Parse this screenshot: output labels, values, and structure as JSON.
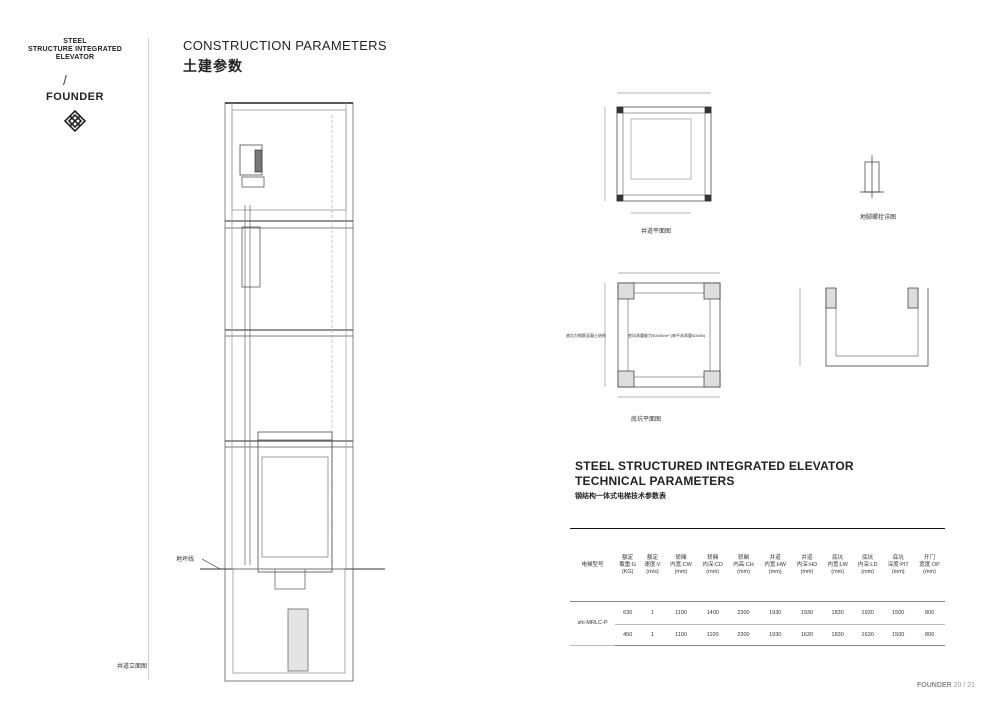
{
  "brand": {
    "product_name": "STEEL\nSTRUCTURE INTEGRATED\nELEVATOR",
    "company": "FOUNDER"
  },
  "header": {
    "title_en": "CONSTRUCTION PARAMETERS",
    "title_cn": "土建参数"
  },
  "drawings": {
    "elevation_caption": "井道立面图",
    "ground_line_label": "地坪线",
    "shaft_plan_caption": "井道平面图",
    "anchor_detail_caption": "地脚螺栓详图",
    "pit_plan_caption": "底坑平面图",
    "pit_plan_note": "底坑承重能力5000N/m² (每平米承重5000N)",
    "pit_plan_side_note": "底坑为钢筋混凝土结构"
  },
  "tech_params": {
    "title_en_1": "STEEL STRUCTURED INTEGRATED ELEVATOR",
    "title_en_2": "TECHNICAL PARAMETERS",
    "title_cn": "钢结构一体式电梯技术参数表",
    "columns": [
      "电梯型号",
      "额定\n载重:G\n(KG)",
      "额定\n速度:V\n(m/s)",
      "轿厢\n内宽:CW\n(mm)",
      "轿厢\n内深:CD\n(mm)",
      "轿厢\n内高:CH\n(mm)",
      "井道\n内宽:HW\n(mm)",
      "井道\n内深:HD\n(mm)",
      "底坑\n内宽:LW\n(mm)",
      "底坑\n内深:LD\n(mm)",
      "底坑\n深度:PIT\n(mm)",
      "开门\n宽度:OP\n(mm)"
    ],
    "model": "shi-MRLC-P",
    "rows": [
      [
        "630",
        "1",
        "1100",
        "1400",
        "2300",
        "1930",
        "1930",
        "1830",
        "1930",
        "1500",
        "800"
      ],
      [
        "450",
        "1",
        "1100",
        "1100",
        "2300",
        "1930",
        "1630",
        "1830",
        "1630",
        "1500",
        "800"
      ]
    ]
  },
  "footer": {
    "brand": "FOUNDER",
    "page": "20 / 21"
  }
}
